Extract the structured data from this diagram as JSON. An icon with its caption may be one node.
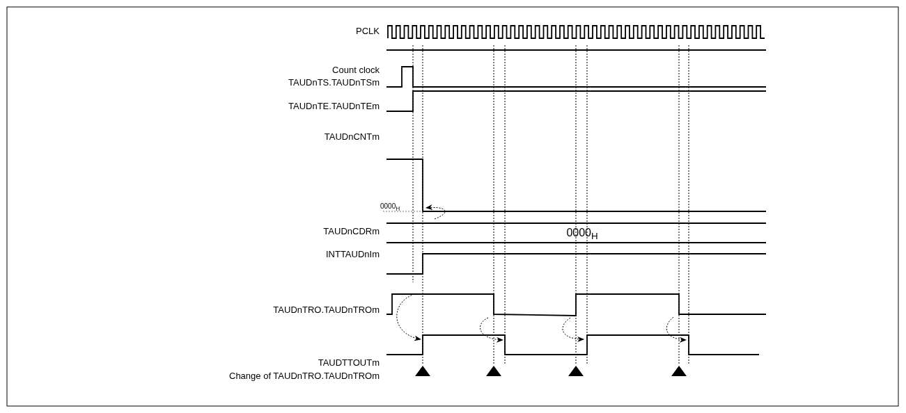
{
  "diagram": {
    "labels": [
      "PCLK",
      "Count clock",
      "TAUDnTS.TAUDnTSm",
      "TAUDnTE.TAUDnTEm",
      "TAUDnCNTm",
      "0000$_{H}$",
      "TAUDnCDRm",
      "0000$_{H}$",
      "INTTAUDnIm",
      "TAUDnTRO.TAUDnTROm",
      "TAUDTTOUTm",
      "Change of TAUDnTRO.TAUDnTROm"
    ]
  }
}
